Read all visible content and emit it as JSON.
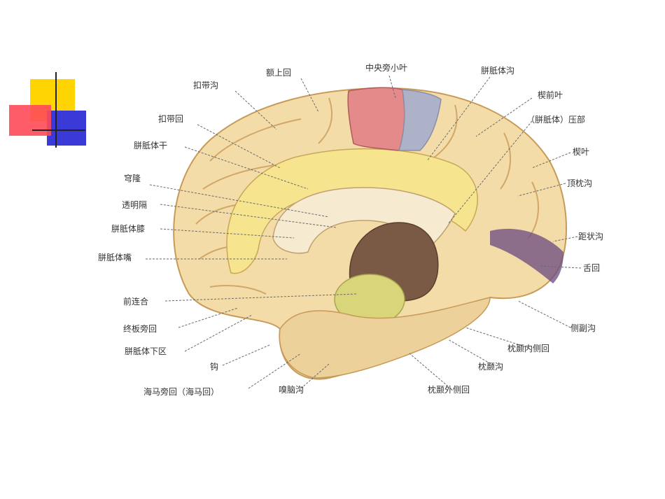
{
  "colors": {
    "deco_yellow": "#ffd400",
    "deco_red": "#ff4a5a",
    "deco_blue": "#3a3ad8",
    "cortex": "#f3dca7",
    "gyrus_shadow": "#d9b57c",
    "corpus_callosum": "#f6ead0",
    "cingulate": "#f6e58e",
    "paracentral": "#e58a8a",
    "precuneus_gray": "#aeb2c8",
    "cuneus_purple": "#6b4a80",
    "thalamus": "#d8d57a"
  },
  "labels": {
    "l01": "额上回",
    "l02": "中央旁小叶",
    "l03": "胼胝体沟",
    "l04": "扣带沟",
    "l05": "楔前叶",
    "l06": "（胼胝体）压部",
    "l07": "扣带回",
    "l08": "胼胝体干",
    "l09": "楔叶",
    "l10": "穹隆",
    "l11": "顶枕沟",
    "l12": "透明隔",
    "l13": "胼胝体膝",
    "l14": "距状沟",
    "l15": "胼胝体嘴",
    "l16": "舌回",
    "l17": "前连合",
    "l18": "终板旁回",
    "l19": "侧副沟",
    "l20": "胼胝体下区",
    "l21": "枕颞内侧回",
    "l22": "钩",
    "l23": "枕颞沟",
    "l24": "海马旁回（海马回）",
    "l25": "嗅脑沟",
    "l26": "枕颞外侧回"
  }
}
